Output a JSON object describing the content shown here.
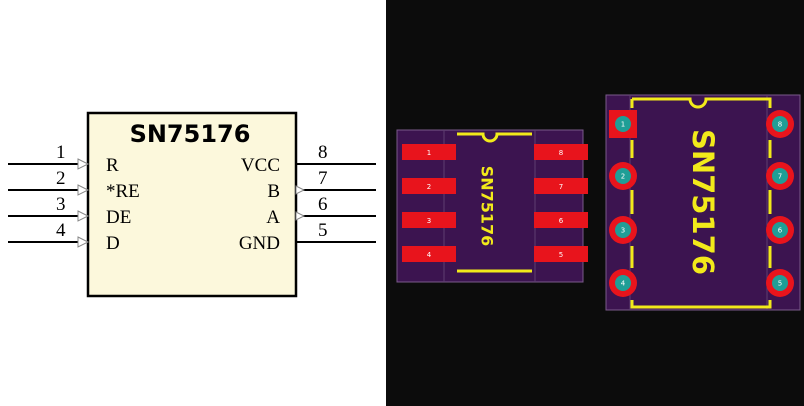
{
  "schematic": {
    "part_name": "SN75176",
    "left_pins": [
      {
        "number": "1",
        "label": "R"
      },
      {
        "number": "2",
        "label": "*RE"
      },
      {
        "number": "3",
        "label": "DE"
      },
      {
        "number": "4",
        "label": "D"
      }
    ],
    "right_pins": [
      {
        "number": "8",
        "label": "VCC"
      },
      {
        "number": "7",
        "label": "B"
      },
      {
        "number": "6",
        "label": "A"
      },
      {
        "number": "5",
        "label": "GND"
      }
    ]
  },
  "smd_footprint": {
    "silkscreen_label": "SN75176",
    "left_pads": [
      "1",
      "2",
      "3",
      "4"
    ],
    "right_pads": [
      "8",
      "7",
      "6",
      "5"
    ]
  },
  "dip_footprint": {
    "silkscreen_label": "SN75176",
    "left_pads": [
      "1",
      "2",
      "3",
      "4"
    ],
    "right_pads": [
      "8",
      "7",
      "6",
      "5"
    ]
  },
  "colors": {
    "schematic_body": "#fcf8dc",
    "pcb_background": "#0c0c0c",
    "pad_red": "#e8141c",
    "pad_teal": "#1f9e96",
    "silkscreen_yellow": "#f2ea1a",
    "courtyard_purple": "#3c1450"
  }
}
